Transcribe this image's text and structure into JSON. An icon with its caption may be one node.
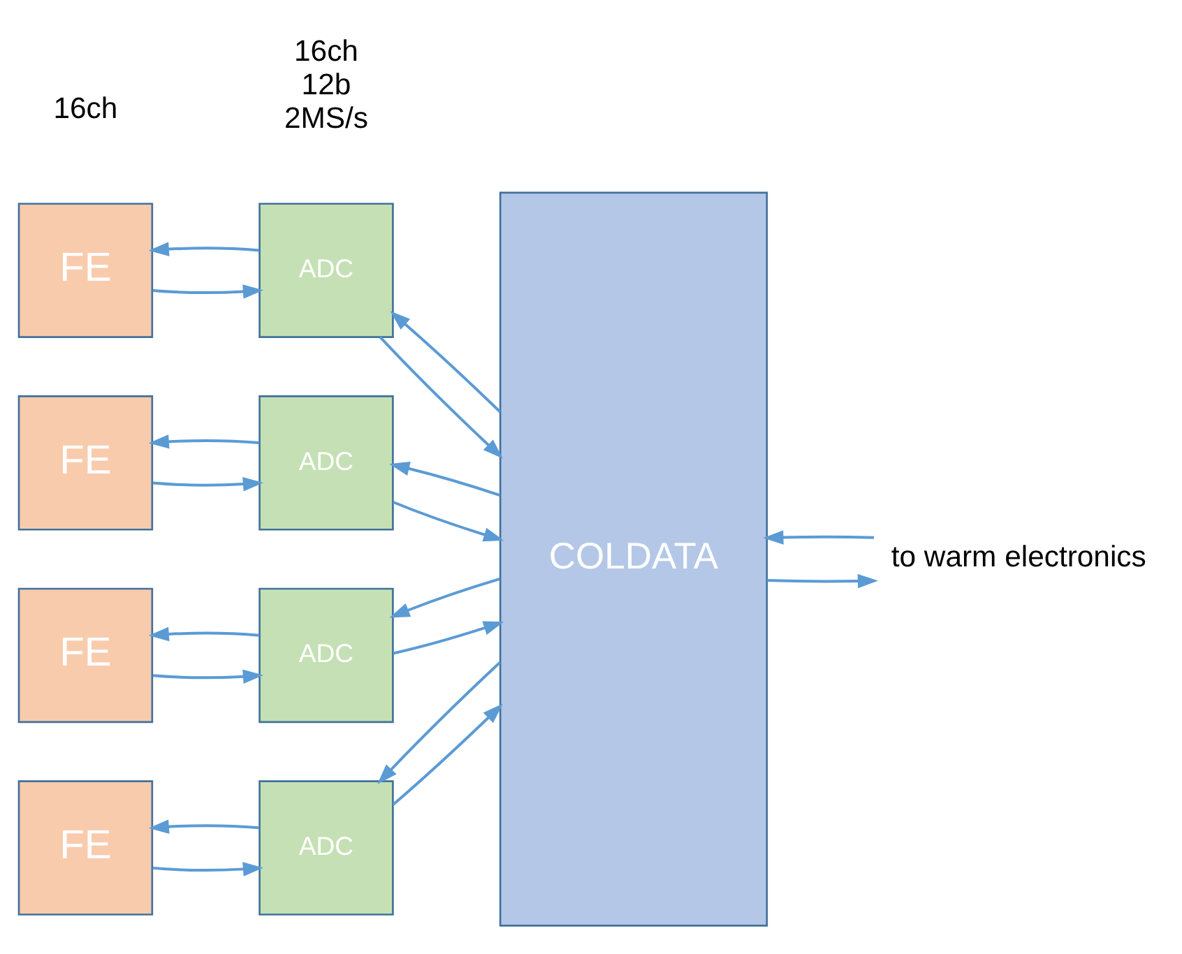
{
  "diagram": {
    "nodes": [
      {
        "text": [
          "FE"
        ]
      },
      {
        "text": [
          "FE"
        ]
      },
      {
        "text": [
          "FE"
        ]
      },
      {
        "text": [
          "FE"
        ]
      },
      {
        "text": [
          "ADC"
        ]
      },
      {
        "text": [
          "ADC"
        ]
      },
      {
        "text": [
          "ADC"
        ]
      },
      {
        "text": [
          "ADC"
        ]
      },
      {
        "text": [
          "COLDATA"
        ]
      },
      {
        "text": [
          "to warm electronics"
        ]
      }
    ],
    "edges": [
      {
        "from": 0,
        "to": 4,
        "arrow": "to"
      },
      {
        "from": 4,
        "to": 0,
        "arrow": "to"
      },
      {
        "from": 1,
        "to": 5,
        "arrow": "to"
      },
      {
        "from": 5,
        "to": 1,
        "arrow": "to"
      },
      {
        "from": 2,
        "to": 6,
        "arrow": "to"
      },
      {
        "from": 6,
        "to": 2,
        "arrow": "to"
      },
      {
        "from": 3,
        "to": 7,
        "arrow": "to"
      },
      {
        "from": 7,
        "to": 3,
        "arrow": "to"
      },
      {
        "from": 4,
        "to": 8,
        "arrow": "to"
      },
      {
        "from": 8,
        "to": 4,
        "arrow": "to"
      },
      {
        "from": 5,
        "to": 8,
        "arrow": "to"
      },
      {
        "from": 8,
        "to": 5,
        "arrow": "to"
      },
      {
        "from": 6,
        "to": 8,
        "arrow": "to"
      },
      {
        "from": 8,
        "to": 6,
        "arrow": "to"
      },
      {
        "from": 7,
        "to": 8,
        "arrow": "to"
      },
      {
        "from": 8,
        "to": 7,
        "arrow": "to"
      },
      {
        "from": 8,
        "to": 9,
        "arrow": "to"
      },
      {
        "from": 9,
        "to": 8,
        "arrow": "to"
      }
    ],
    "labels": [
      "16ch",
      "16ch 12b 2MS/s"
    ]
  }
}
